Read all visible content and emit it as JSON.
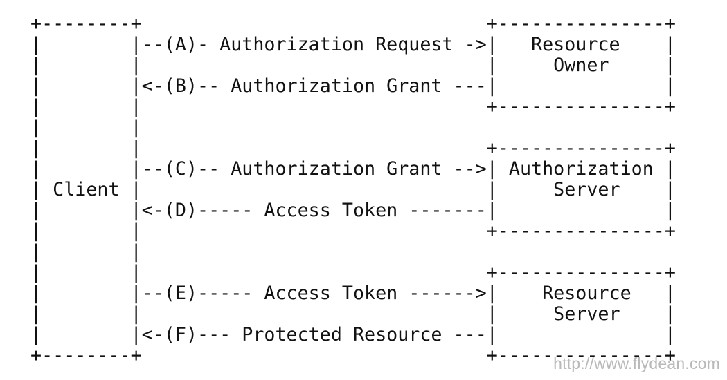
{
  "diagram": {
    "lines": [
      "+--------+                               +---------------+",
      "|        |--(A)- Authorization Request ->|   Resource    |",
      "|        |                               |     Owner     |",
      "|        |<-(B)-- Authorization Grant ---|               |",
      "|        |                               +---------------+",
      "|        |",
      "|        |                               +---------------+",
      "|        |--(C)-- Authorization Grant -->| Authorization |",
      "| Client |                               |     Server    |",
      "|        |<-(D)----- Access Token -------|               |",
      "|        |                               +---------------+",
      "|        |",
      "|        |                               +---------------+",
      "|        |--(E)----- Access Token ------>|    Resource   |",
      "|        |                               |     Server    |",
      "|        |<-(F)--- Protected Resource ---|               |",
      "+--------+                               +---------------+"
    ]
  },
  "watermark": {
    "text": "http://www.flydean.com"
  }
}
